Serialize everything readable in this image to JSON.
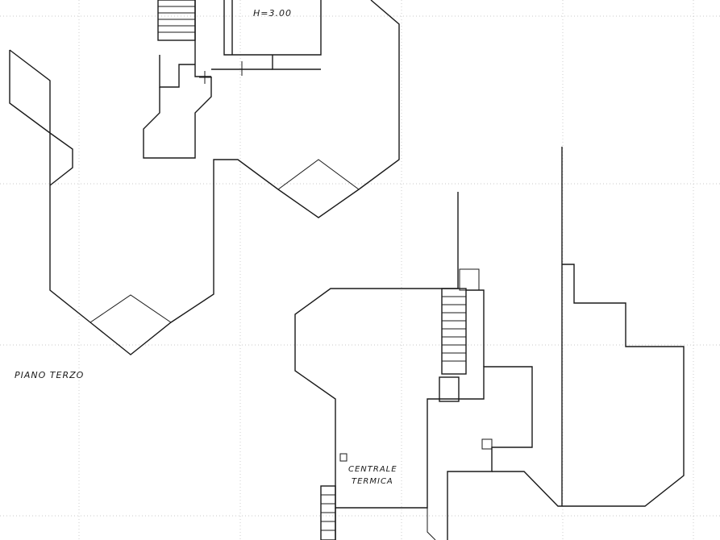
{
  "drawing": {
    "height_note": "H=3.00",
    "floor_label": "PIANO TERZO",
    "plant_room_label_line1": "CENTRALE",
    "plant_room_label_line2": "TERMICA",
    "colors": {
      "ink": "#1a1a1a",
      "grid": "#b9b9b9",
      "paper": "#ffffff"
    }
  }
}
